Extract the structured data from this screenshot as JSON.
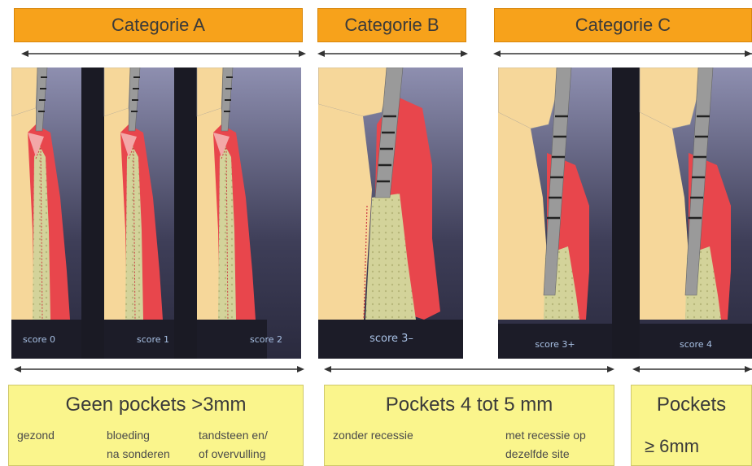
{
  "categories": {
    "a": "Categorie A",
    "b": "Categorie B",
    "c": "Categorie C"
  },
  "scores": {
    "s0": "score 0",
    "s1": "score 1",
    "s2": "score 2",
    "s3min": "score 3–",
    "s3plus": "score 3+",
    "s4": "score 4"
  },
  "boxes": {
    "a": {
      "title": "Geen pockets >3mm",
      "col1": [
        "gezond"
      ],
      "col2": [
        "bloeding",
        "na sonderen"
      ],
      "col3": [
        "tandsteen en/",
        "of overvulling"
      ]
    },
    "b": {
      "title": "Pockets 4 tot 5 mm",
      "col1": [
        "zonder recessie"
      ],
      "col2": [
        "met recessie op",
        "dezelfde site"
      ]
    },
    "c": {
      "title": "Pockets",
      "subtitle": "≥ 6mm"
    }
  },
  "colors": {
    "category_bar": "#f7a21b",
    "info_box": "#faf58c",
    "score_text": "#a9c2e6",
    "gum": "#e8464c",
    "tooth": "#f6d79a",
    "bone": "#cfcf96",
    "probe": "#9a9a9a"
  }
}
